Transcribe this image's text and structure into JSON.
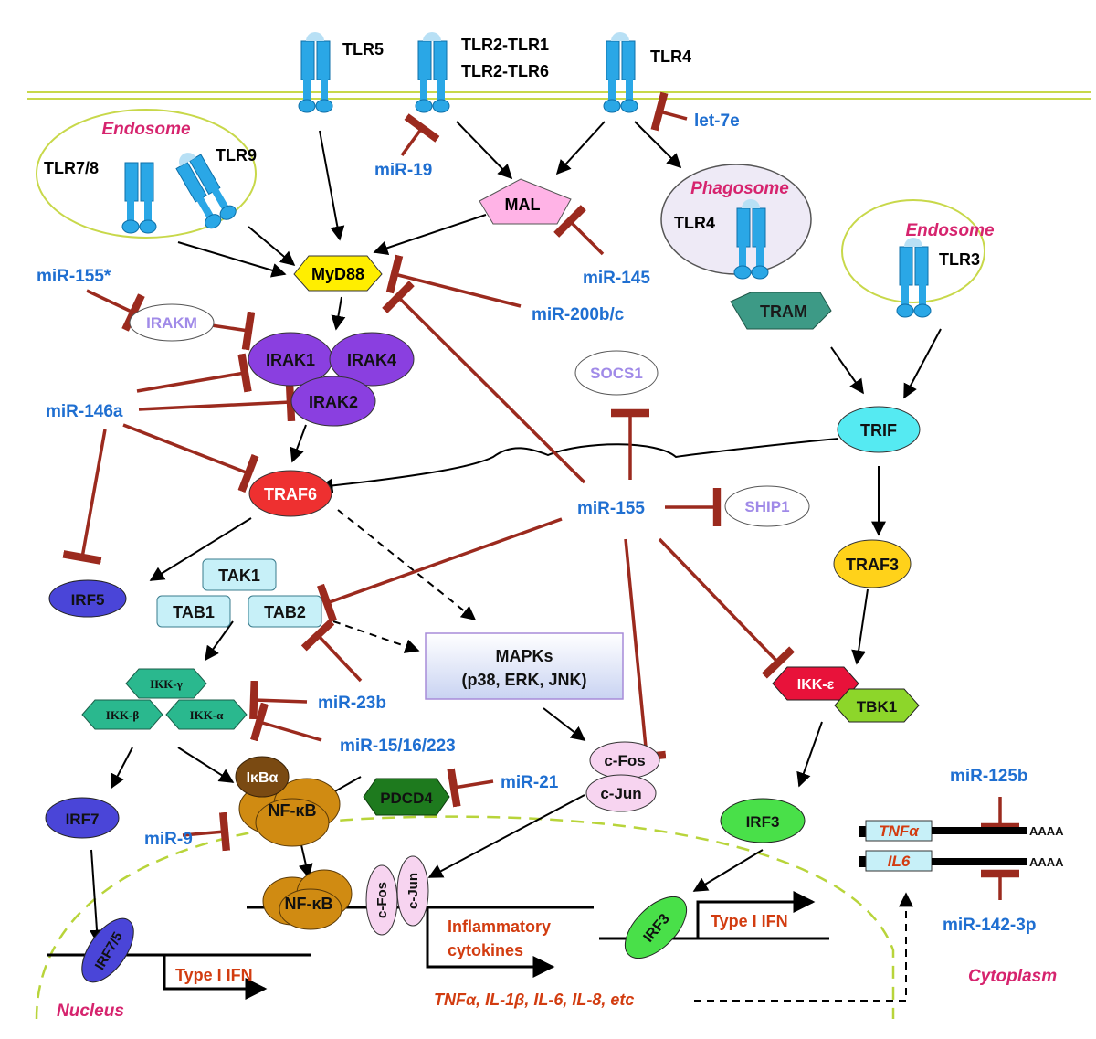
{
  "diagram": {
    "membrane": {
      "receptors": [
        "TLR5",
        "TLR2-TLR1",
        "TLR2-TLR6",
        "TLR4"
      ]
    },
    "compartments": {
      "endosome_left": {
        "title": "Endosome",
        "receptors": [
          "TLR7/8",
          "TLR9"
        ]
      },
      "phagosome": {
        "title": "Phagosome",
        "receptor": "TLR4"
      },
      "endosome_right": {
        "title": "Endosome",
        "receptor": "TLR3"
      },
      "nucleus": "Nucleus",
      "cytoplasm": "Cytoplasm"
    },
    "nodes": {
      "mal": "MAL",
      "myd88": "MyD88",
      "tram": "TRAM",
      "irakm": "IRAKM",
      "irak1": "IRAK1",
      "irak4": "IRAK4",
      "irak2": "IRAK2",
      "socs1": "SOCS1",
      "trif": "TRIF",
      "traf6": "TRAF6",
      "ship1": "SHIP1",
      "traf3": "TRAF3",
      "irf5": "IRF5",
      "tak1": "TAK1",
      "tab1": "TAB1",
      "tab2": "TAB2",
      "mapks_line1": "MAPKs",
      "mapks_line2": "(p38, ERK, JNK)",
      "ikk_gamma": "IKK-γ",
      "ikk_beta": "IKK-β",
      "ikk_alpha": "IKK-α",
      "ikk_epsilon": "IKK-ε",
      "tbk1": "TBK1",
      "ikba": "IκBα",
      "nfkb": "NF-κB",
      "pdcd4": "PDCD4",
      "cfos": "c-Fos",
      "cjun": "c-Jun",
      "irf7": "IRF7",
      "irf3": "IRF3",
      "irf75_nuclear": "IRF7/5",
      "nfkb_nuclear": "NF-κB",
      "cfos_nuclear": "c-Fos",
      "cjun_nuclear": "c-Jun",
      "irf3_nuclear": "IRF3"
    },
    "mirnas": {
      "mir19": "miR-19",
      "let7e": "let-7e",
      "mir145": "miR-145",
      "mir155star": "miR-155*",
      "mir200bc": "miR-200b/c",
      "mir146a": "miR-146a",
      "mir155": "miR-155",
      "mir23b": "miR-23b",
      "mir15": "miR-15/16/223",
      "mir21": "miR-21",
      "mir9": "miR-9",
      "mir125b": "miR-125b",
      "mir1423p": "miR-142-3p"
    },
    "outputs": {
      "type1_ifn_left": "Type I IFN",
      "type1_ifn_right": "Type I IFN",
      "inflammatory_line1": "Inflammatory",
      "inflammatory_line2": "cytokines",
      "cytokine_list": "TNFα, IL-1β, IL-6, IL-8, etc",
      "mrna_tnfa": "TNFα",
      "mrna_il6": "IL6",
      "polyA_1": "AAAA",
      "polyA_2": "AAAA"
    },
    "colors": {
      "mirna_text": "#1f6fd1",
      "inhibition": "#9b2a1e",
      "magenta_title": "#d6246e",
      "receptor": "#2aa7e6",
      "myd88": "#ffee00",
      "mal": "#ffb3e6",
      "tram": "#3d9a86",
      "irak": "#8a3fe0",
      "traf6": "#ee3030",
      "trif": "#55eaf2",
      "traf3": "#ffd21a",
      "irf5": "#4a45d8",
      "tak": "#c7f0f8",
      "ikk": "#2ab88e",
      "ikk_epsilon": "#e8123a",
      "tbk1": "#8dd62a",
      "nfkb": "#d08b12",
      "ikba": "#7a4a12",
      "pdcd4": "#1e7a1e",
      "cfos_cjun": "#f7d4f0",
      "irf3": "#49e049",
      "output_text": "#d23c10"
    }
  }
}
